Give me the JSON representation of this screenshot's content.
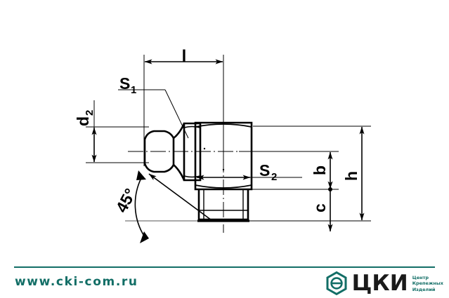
{
  "page": {
    "background_color": "#ffffff",
    "line_color": "#000000",
    "accent_color": "#126e66"
  },
  "drawing": {
    "title": "45 degree grease nipple technical drawing",
    "labels": {
      "length": "l",
      "hex_small": "S",
      "hex_small_sub": "1",
      "nipple_head_dia": "d",
      "nipple_head_dia_sub": "2",
      "hex_large": "S",
      "hex_large_sub": "2",
      "body_height": "b",
      "thread_length": "c",
      "total_height": "h",
      "angle": "45°"
    }
  },
  "footer": {
    "url": "www.cki-com.ru",
    "brand_name": "ЦКИ",
    "tagline_lines": [
      "Центр",
      "Крепежных",
      "Изделий"
    ],
    "logo_icon": "hexagon-circle-icon"
  }
}
